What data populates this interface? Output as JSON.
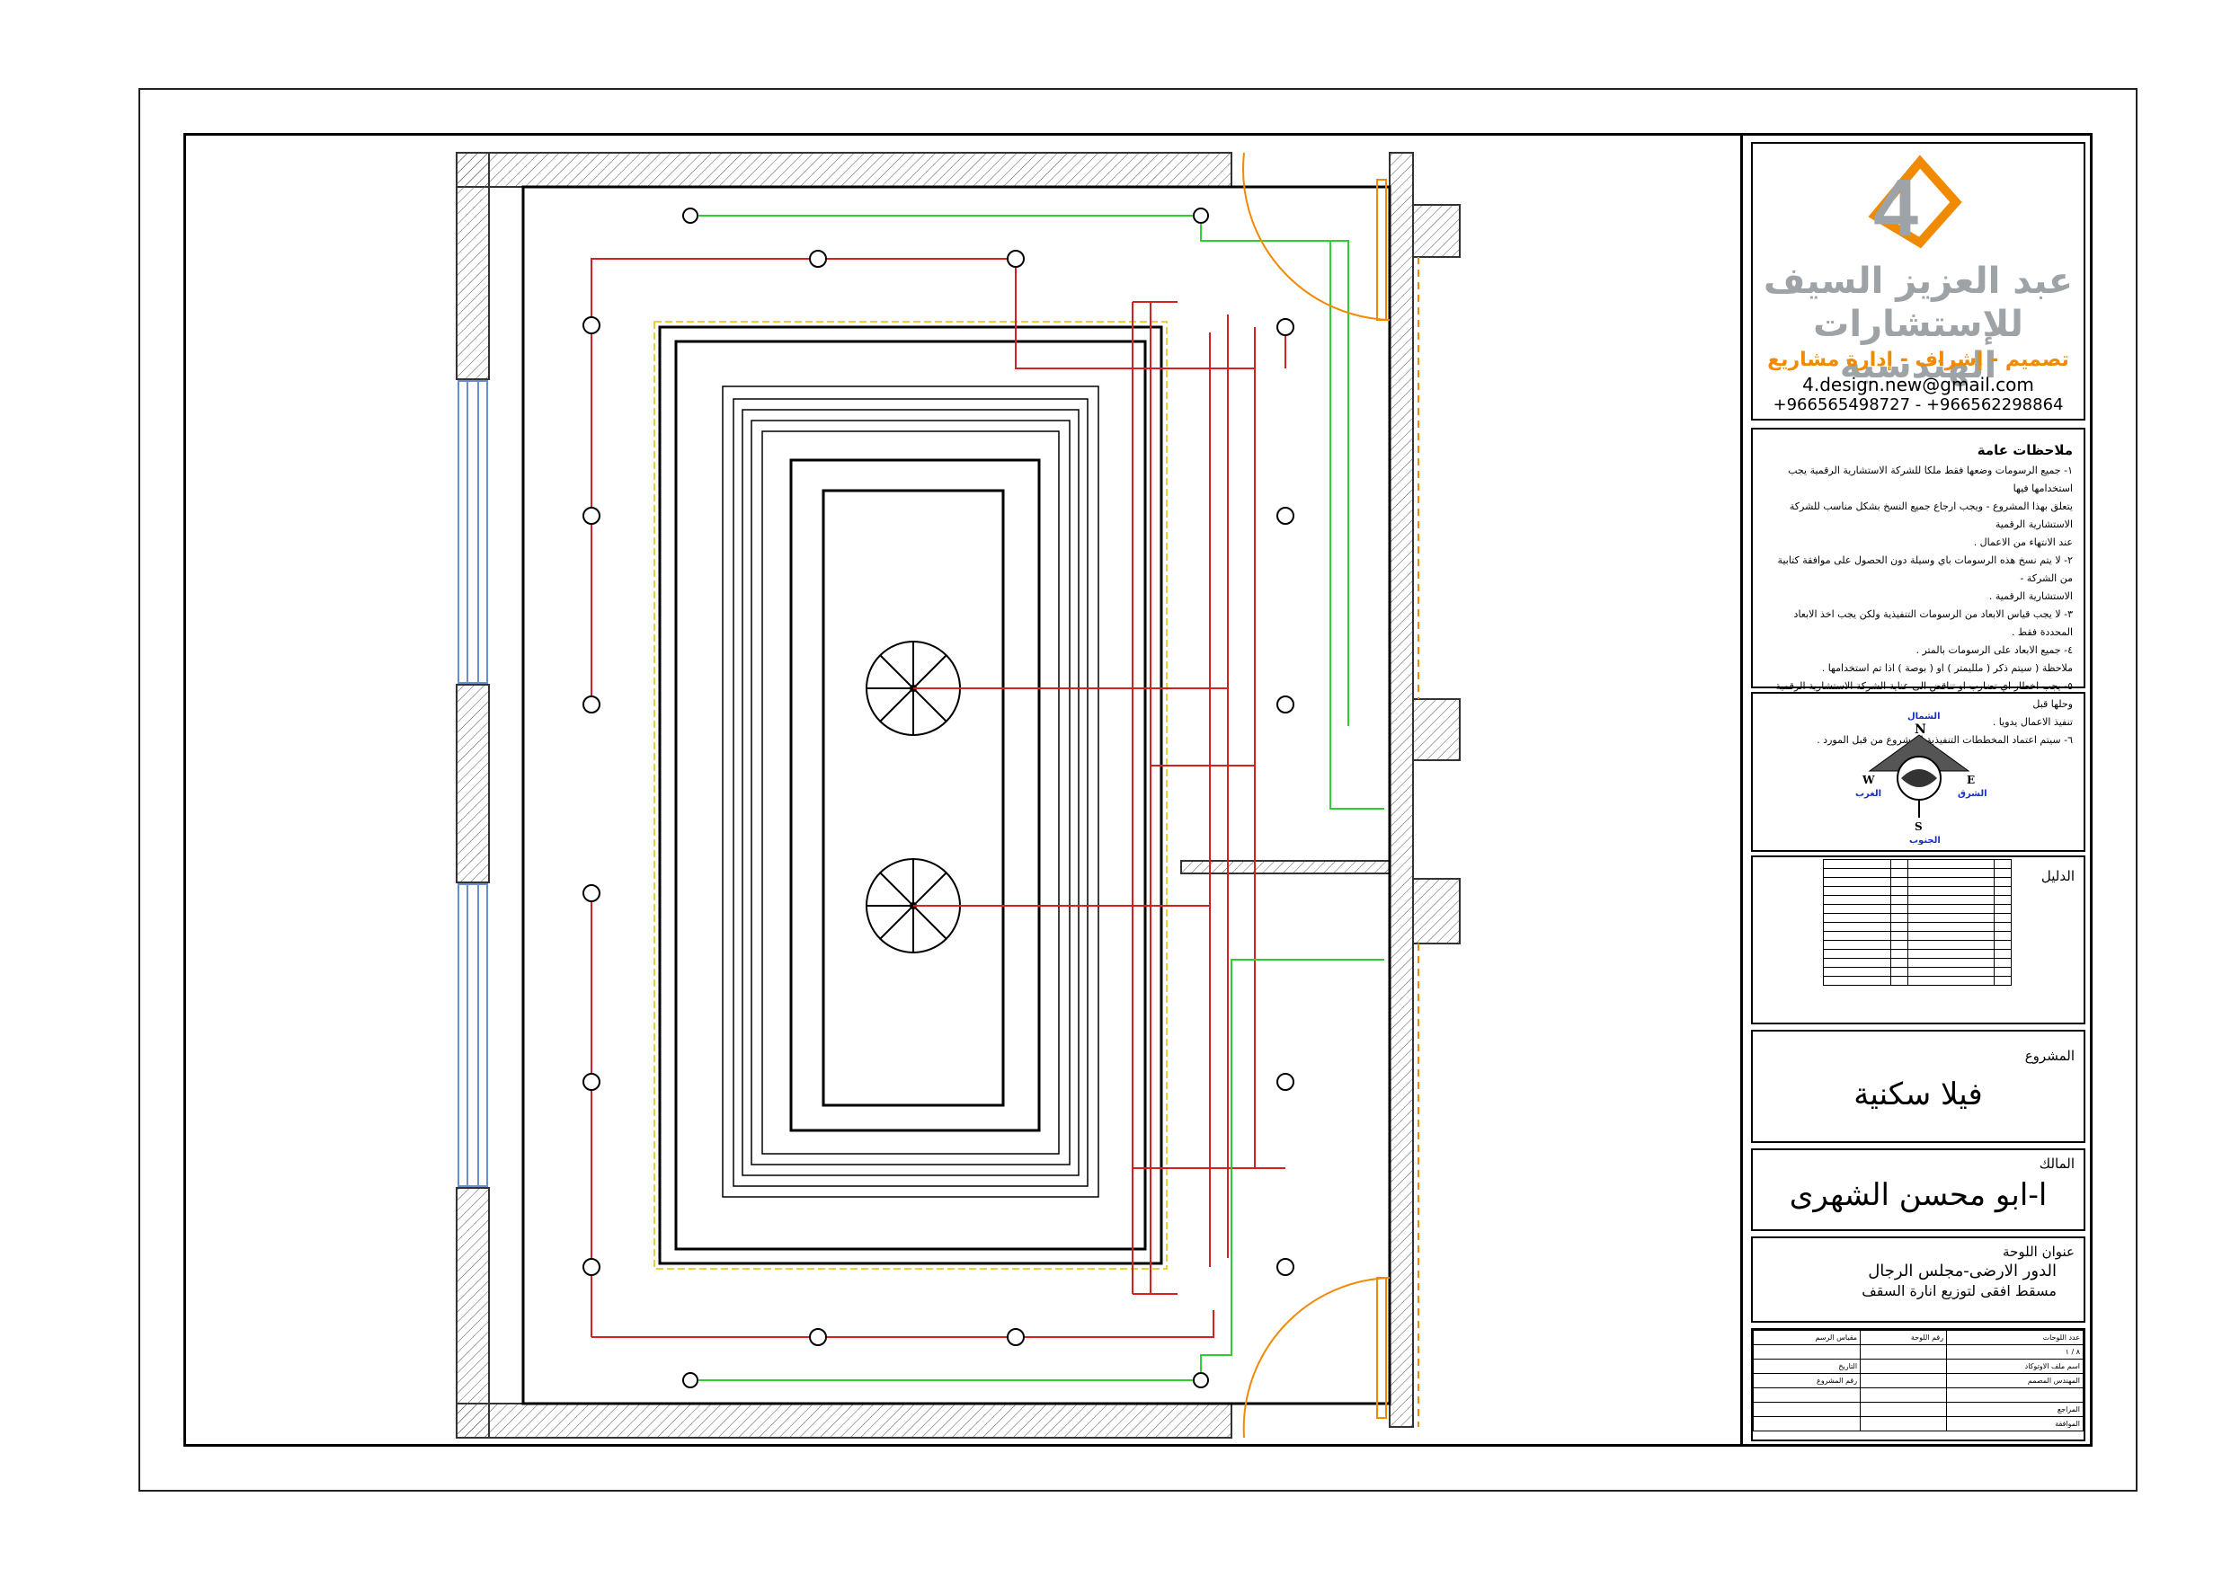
{
  "logo": {
    "company_line1": "عبد العزيز السيف",
    "company_line2": "للإستشارات الهندسية",
    "services": "تصميم - إشراف - إدارة مشاريع",
    "email": "4.design.new@gmail.com",
    "phones": "+966565498727 - +966562298864",
    "colors": {
      "orange": "#f08a00",
      "grey": "#9da3a7"
    }
  },
  "notes": {
    "title": "ملاحظات عامة",
    "items": [
      "١- جميع الرسومات وضعها فقط ملكا للشركة الاستشارية الرقمية يجب استخدامها فيها",
      "يتعلق بهذا المشروع - ويجب ارجاع جميع النسخ بشكل مناسب للشركة الاستشارية الرقمية",
      "عند الانتهاء من الاعمال .",
      "٢- لا يتم نسخ هذه الرسومات باي وسيلة دون الحصول على موافقة كتابية من الشركة -",
      "الاستشارية الرقمية .",
      "٣- لا يجب قياس الابعاد من الرسومات التنفيذية ولكن يجب اخذ الابعاد المحددة فقط .",
      "٤- جميع الابعاد على الرسومات بالمتر .",
      "ملاحظة ( سيتم ذكر ( ملليمتر ) او ( بوصة ) اذا تم استخدامها .",
      "٥- يجب اخطار اي تضارب او تناقض الى عناية الشركة الاستشارية الرقمية وحلها قبل",
      "تنفيذ الاعمال يدويا .",
      "٦- سيتم اعتماد المخططات التنفيذية للمشروع من قبل المورد ."
    ]
  },
  "compass": {
    "n": "N",
    "s": "S",
    "e": "E",
    "w": "W",
    "north_ar": "الشمال",
    "south_ar": "الجنوب",
    "east_ar": "الشرق",
    "west_ar": "الغرب"
  },
  "legend": {
    "title": "الدليل"
  },
  "project": {
    "label": "المشروع",
    "name": "فيلا سكنية"
  },
  "owner": {
    "label": "المالك",
    "name": "ا-ابو محسن الشهرى"
  },
  "sheet": {
    "label": "عنوان اللوحة",
    "line1": "الدور الارضى-مجلس الرجال",
    "line2": "مسقط افقى لتوزيع انارة السقف"
  },
  "info_table": {
    "scale": "مقياس الرسم",
    "sheet_no": "رقم اللوحة",
    "sheet_count": "عدد اللوحات",
    "count_value": "٨ / ١",
    "date": "التاريخ",
    "drawn_by": "اسم ملف الاوتوكاد",
    "project_no": "رقم المشروع",
    "engineer": "المهندس المصمم",
    "reviewer": "المراجع",
    "approval": "الموافقة"
  }
}
